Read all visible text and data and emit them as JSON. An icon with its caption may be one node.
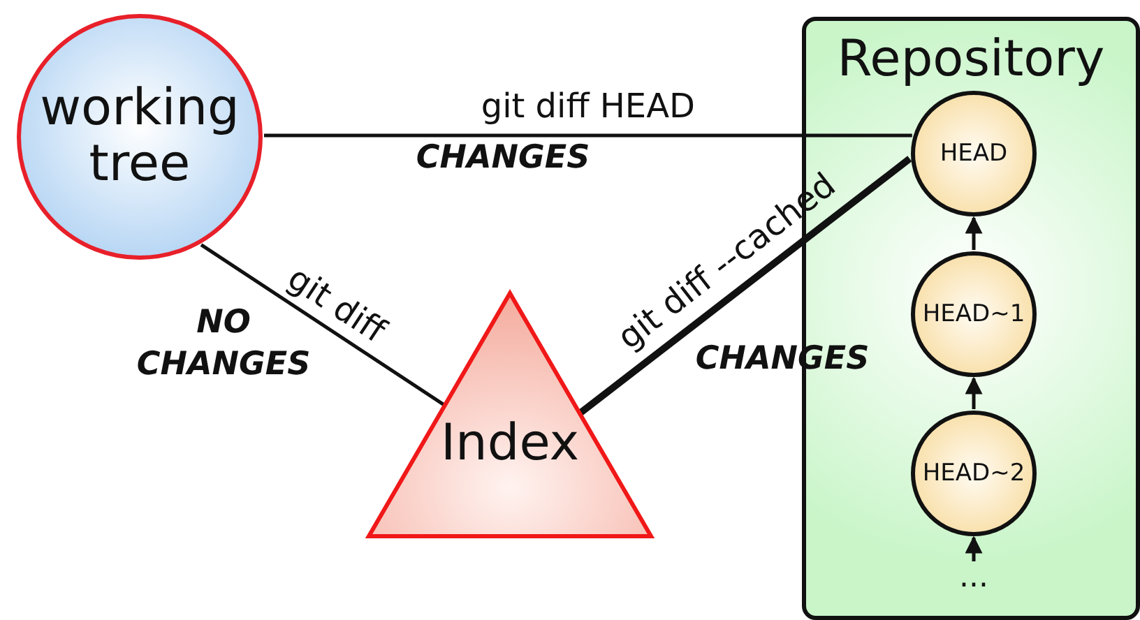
{
  "diagram": {
    "nodes": [
      {
        "text": [
          "working tree"
        ]
      },
      {
        "text": [
          "Index"
        ]
      },
      {
        "text": [
          "Repository"
        ]
      },
      {
        "text": [
          "HEAD"
        ],
        "in": 2
      },
      {
        "text": [
          "HEAD~1"
        ],
        "in": 2
      },
      {
        "text": [
          "HEAD~2"
        ],
        "in": 2
      },
      {
        "text": [
          "..."
        ],
        "in": 2
      }
    ],
    "edges": [
      {
        "from": 0,
        "to": 3,
        "arrow": "none",
        "label": "git diff HEAD"
      },
      {
        "from": 0,
        "to": 1,
        "arrow": "none",
        "label": "git diff"
      },
      {
        "from": 1,
        "to": 3,
        "arrow": "none",
        "label": "git diff --cached",
        "style": "thick"
      },
      {
        "from": 4,
        "to": 3,
        "arrow": "to"
      },
      {
        "from": 5,
        "to": 4,
        "arrow": "to"
      },
      {
        "from": 6,
        "to": 5,
        "arrow": "to"
      }
    ],
    "labels": [
      "CHANGES",
      "NO CHANGES",
      "CHANGES"
    ]
  }
}
